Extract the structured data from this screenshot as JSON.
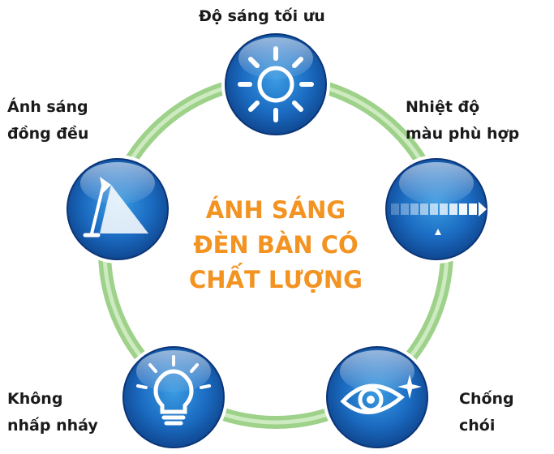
{
  "center_title": [
    "ÁNH SÁNG",
    "ĐÈN BÀN CÓ",
    "CHẤT LƯỢNG"
  ],
  "features": [
    {
      "lines": [
        "Độ sáng tối ưu"
      ],
      "icon": "sun-brightness-icon"
    },
    {
      "lines": [
        "Nhiệt độ",
        "màu phù hợp"
      ],
      "icon": "color-temperature-gradient-icon"
    },
    {
      "lines": [
        "Chống",
        "chói"
      ],
      "icon": "eye-sparkle-icon"
    },
    {
      "lines": [
        "Không",
        "nhấp nháy"
      ],
      "icon": "light-bulb-icon"
    },
    {
      "lines": [
        "Ánh sáng",
        "đồng đều"
      ],
      "icon": "desk-lamp-icon"
    }
  ],
  "colors": {
    "ring": "#8cc878",
    "ring_light": "#c6e6b6",
    "circle_dark": "#0d3f86",
    "circle_mid": "#1b6cc2",
    "circle_light": "#3a9be2",
    "title_orange": "#f29322",
    "label_text": "#1a1a1a"
  }
}
